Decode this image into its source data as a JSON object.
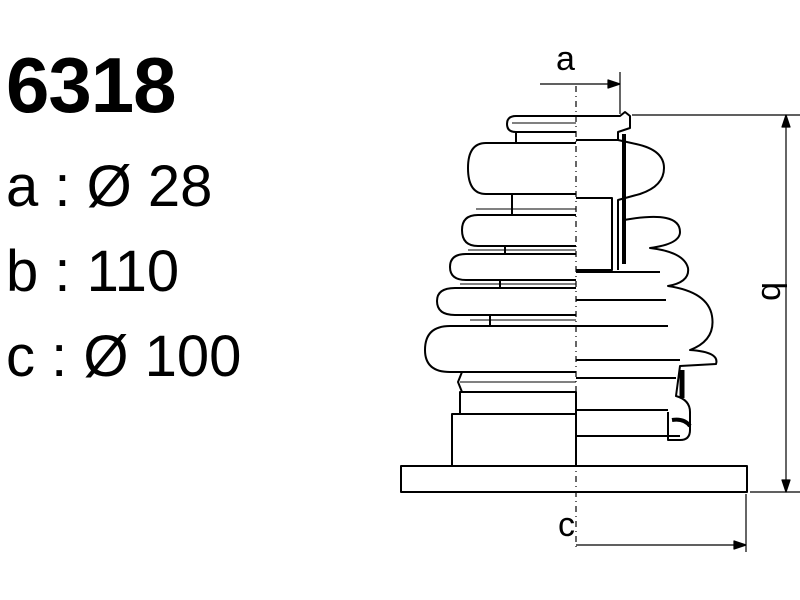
{
  "part_number": "6318",
  "specs": [
    {
      "label": "a",
      "separator": ":",
      "symbol": "Ø",
      "value": "28"
    },
    {
      "label": "b",
      "separator": ":",
      "symbol": "",
      "value": "110"
    },
    {
      "label": "c",
      "separator": ":",
      "symbol": "Ø",
      "value": "100"
    }
  ],
  "drawing": {
    "dimension_labels": {
      "a": "a",
      "b": "b",
      "c": "c"
    },
    "line_color": "#000000"
  }
}
